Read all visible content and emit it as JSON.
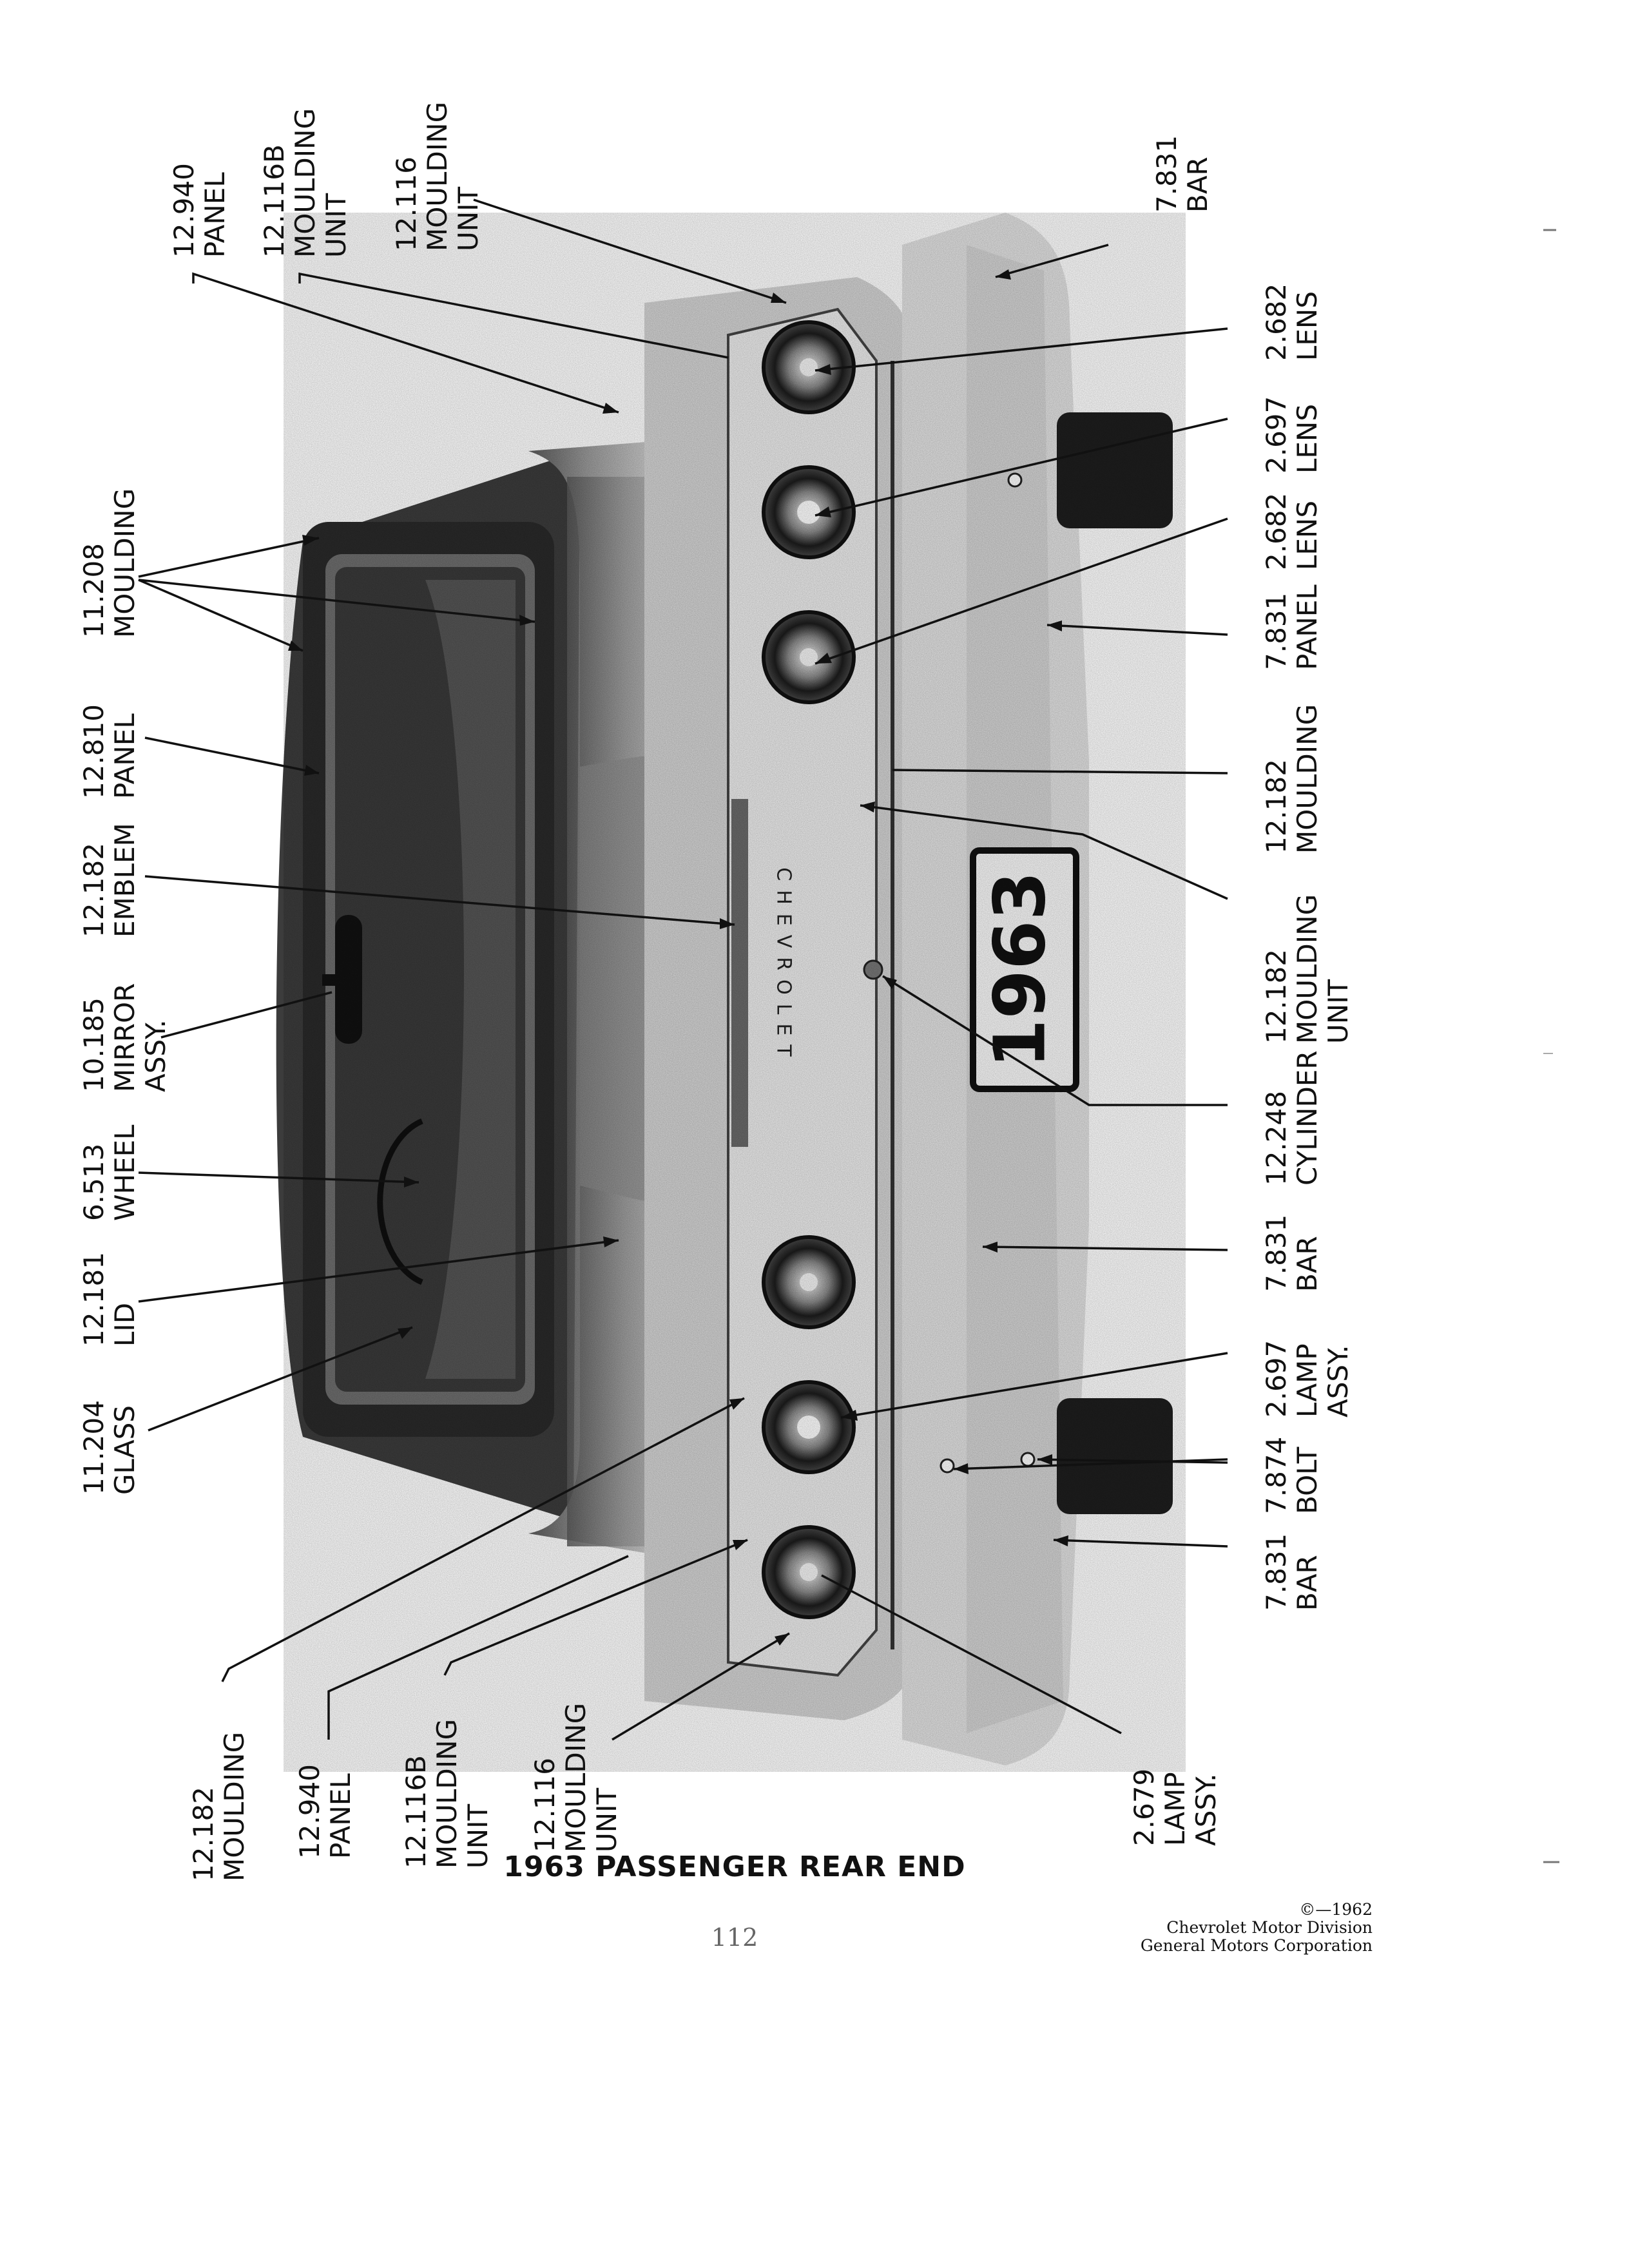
{
  "callouts": [
    {
      "number": "12.940",
      "name": "PANEL",
      "extra": ""
    },
    {
      "number": "12.116B",
      "name": "MOULDING",
      "extra": "UNIT"
    },
    {
      "number": "12.116",
      "name": "MOULDING",
      "extra": "UNIT"
    },
    {
      "number": "7.831",
      "name": "BAR",
      "extra": ""
    },
    {
      "number": "2.682",
      "name": "LENS",
      "extra": ""
    },
    {
      "number": "2.697",
      "name": "LENS",
      "extra": ""
    },
    {
      "number": "2.682",
      "name": "LENS",
      "extra": ""
    },
    {
      "number": "7.831",
      "name": "PANEL",
      "extra": ""
    },
    {
      "number": "12.182",
      "name": "MOULDING",
      "extra": ""
    },
    {
      "number": "12.182",
      "name": "MOULDING",
      "extra": "UNIT"
    },
    {
      "number": "12.248",
      "name": "CYLINDER",
      "extra": ""
    },
    {
      "number": "7.831",
      "name": "BAR",
      "extra": ""
    },
    {
      "number": "2.697",
      "name": "LAMP",
      "extra": "ASSY."
    },
    {
      "number": "7.874",
      "name": "BOLT",
      "extra": ""
    },
    {
      "number": "7.831",
      "name": "BAR",
      "extra": ""
    },
    {
      "number": "2.679",
      "name": "LAMP",
      "extra": "ASSY."
    },
    {
      "number": "12.182",
      "name": "MOULDING",
      "extra": ""
    },
    {
      "number": "12.940",
      "name": "PANEL",
      "extra": ""
    },
    {
      "number": "12.116B",
      "name": "MOULDING",
      "extra": "UNIT"
    },
    {
      "number": "12.116",
      "name": "MOULDING",
      "extra": "UNIT"
    },
    {
      "number": "11.208",
      "name": "MOULDING",
      "extra": ""
    },
    {
      "number": "12.810",
      "name": "PANEL",
      "extra": ""
    },
    {
      "number": "12.182",
      "name": "EMBLEM",
      "extra": ""
    },
    {
      "number": "10.185",
      "name": "MIRROR",
      "extra": "ASSY."
    },
    {
      "number": "6.513",
      "name": "WHEEL",
      "extra": ""
    },
    {
      "number": "12.181",
      "name": "LID",
      "extra": ""
    },
    {
      "number": "11.204",
      "name": "GLASS",
      "extra": ""
    }
  ],
  "photo": {
    "plate_text": "1963",
    "emblem_text": "CHEVROLET"
  },
  "caption": "1963 PASSENGER REAR END",
  "page_number": "112",
  "credit": {
    "copyright": "©—1962",
    "line1": "Chevrolet Motor Division",
    "line2": "General Motors Corporation"
  }
}
